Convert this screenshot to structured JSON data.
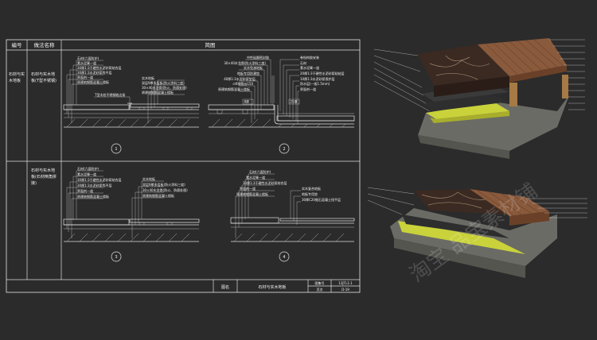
{
  "table": {
    "col_number": "编号",
    "col_method": "做法名称",
    "col_diagram": "简图",
    "row1_number": "石材与实木地板",
    "row1_method": "石材与实木地板(T型不锈钢)",
    "row2_method": "石材与实木地板(石材倒角拼接)"
  },
  "d1": {
    "labels_left": [
      "石材(六面防护)",
      "素水泥膏一道",
      "30厚1:3干硬性水泥砂浆结合层",
      "30厚1:3水泥砂浆找平层",
      "界面剂一道",
      "原建筑钢筋混凝土楼板"
    ],
    "labels_right": [
      "实木地板",
      "双层9厚多层板(防火涂料三度)",
      "30×40木龙骨(防火、防腐处理)",
      "原建筑钢筋混凝土楼板"
    ],
    "label_bottom": "T型木纹不锈钢收边条",
    "num": "1"
  },
  "d2": {
    "labels_left": [
      "中性硅酮密封胶",
      "30×40木龙骨(防火涂料三度)",
      "实木免漆地板",
      "地板专用防潮垫",
      "40厚1:3水泥砂浆垫层,",
      "∅6钢筋@150",
      "原建筑钢筋混凝土楼板"
    ],
    "labels_right": [
      "卷毡构胶安装",
      "石材",
      "素水泥膏一道",
      "20厚1:3干硬性水泥砂浆粘结层",
      "10厚1:3水泥砂浆保护层",
      "防水层(一般1.5mm)",
      "界面剂一道"
    ],
    "dim_left": "8厚",
    "dim_right": "25厚",
    "num": "2"
  },
  "d3": {
    "labels_left": [
      "石材(六面防护)",
      "素水泥膏一道",
      "30厚1:3干硬性水泥砂浆结合层",
      "30厚1:3水泥砂浆找平层",
      "界面剂一道",
      "原建筑钢筋混凝土楼板"
    ],
    "labels_right": [
      "实木地板",
      "双层9厚多层板(防火涂料三度)",
      "30×40木龙骨(防火、防腐处理)",
      "原建筑钢筋混凝土楼板"
    ],
    "num": "3"
  },
  "d4": {
    "labels_left": [
      "石材(六面防护)",
      "素水泥膏一道",
      "30厚1:3干硬性水泥砂浆结合层",
      "界面剂一道",
      "原建筑钢筋混凝土楼板"
    ],
    "labels_right": [
      "实木复合地板",
      "地板专用垫",
      "30厚C20细石混凝土找平层"
    ],
    "num": "4"
  },
  "titleblock": {
    "label": "图名",
    "name": "石材与实木地板",
    "set_label": "图集号",
    "set_value": "13JTL1-1",
    "page_label": "页次",
    "page_value": "D-19"
  },
  "watermark": "淘宝 品宝素材铺",
  "colors": {
    "background": "#2b2b2b",
    "line": "#e0e0e0",
    "wood": "#8a5a3c",
    "marble": "#3b2a22",
    "moisture": "#c9d23a"
  }
}
